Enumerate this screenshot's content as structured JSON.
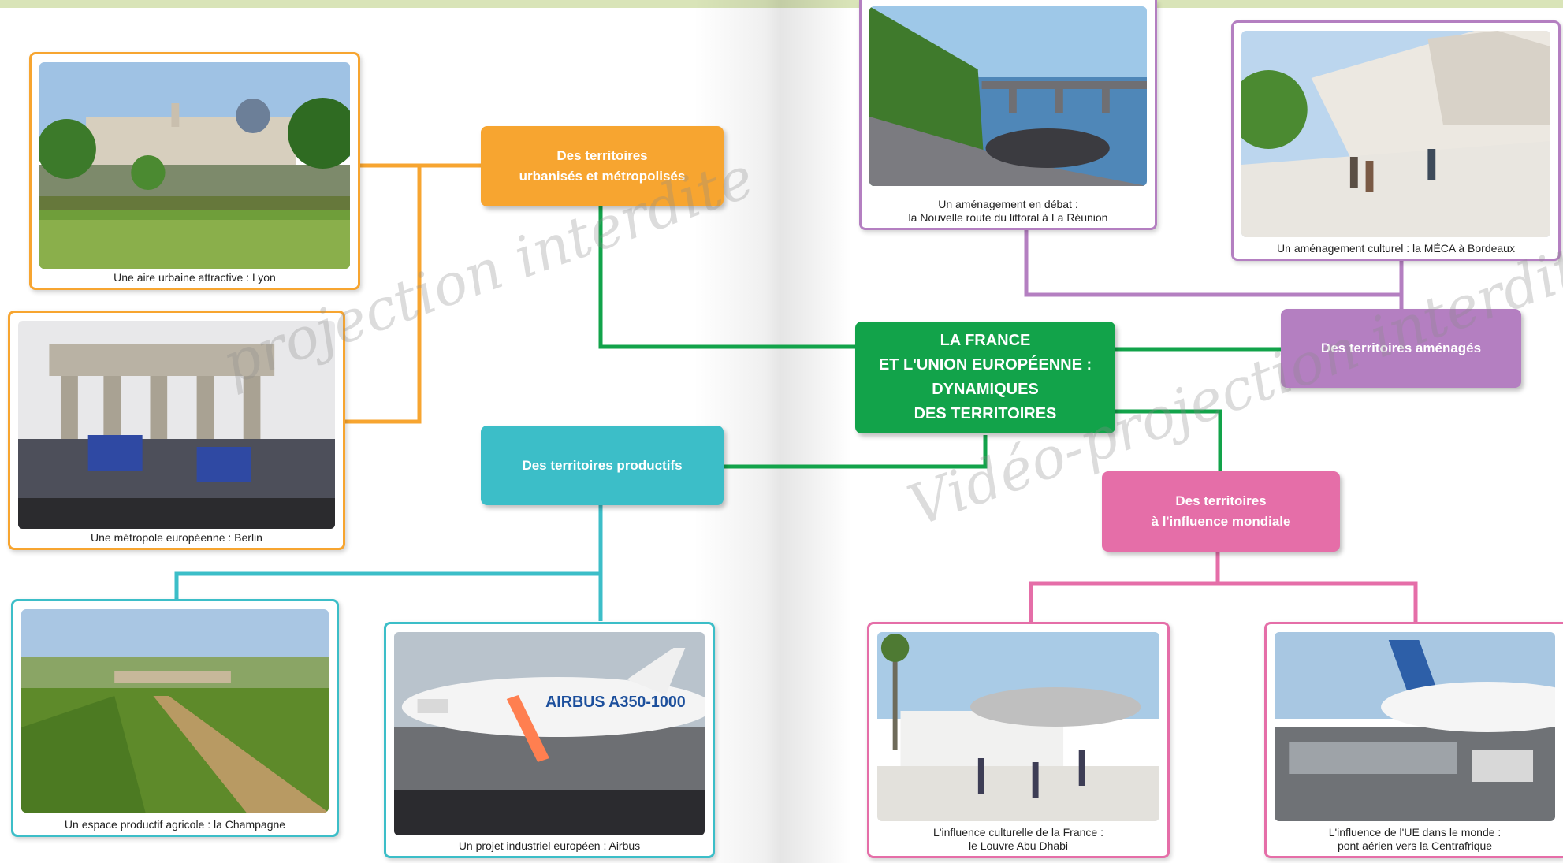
{
  "colors": {
    "green": "#12a34a",
    "orange": "#f7a530",
    "teal": "#3cbec8",
    "purple": "#b47fc1",
    "pink": "#e56ea8"
  },
  "center": {
    "line1": "LA FRANCE",
    "line2": "ET L'UNION EUROPÉENNE :",
    "line3": "DYNAMIQUES",
    "line4": "DES TERRITOIRES"
  },
  "categories": {
    "urban": {
      "line1": "Des territoires",
      "line2": "urbanisés et métropolisés"
    },
    "productive": {
      "label": "Des territoires productifs"
    },
    "amenaged": {
      "label": "Des territoires aménagés"
    },
    "influence": {
      "line1": "Des territoires",
      "line2": "à l'influence mondiale"
    }
  },
  "photos": {
    "lyon": {
      "caption": "Une aire urbaine attractive : Lyon"
    },
    "berlin": {
      "caption": "Une métropole européenne : Berlin"
    },
    "champagne": {
      "caption": "Un espace productif agricole : la Champagne"
    },
    "airbus": {
      "caption": "Un projet industriel européen : Airbus",
      "plane_text": "AIRBUS A350-1000"
    },
    "reunion": {
      "caption_line1": "Un aménagement en débat :",
      "caption_line2": "la Nouvelle route du littoral à La Réunion"
    },
    "meca": {
      "caption": "Un aménagement culturel : la MÉCA à Bordeaux"
    },
    "louvre": {
      "caption_line1": "L'influence culturelle de la France :",
      "caption_line2": "le Louvre Abu Dhabi"
    },
    "airlift": {
      "caption_line1": "L'influence de l'UE dans le monde :",
      "caption_line2": "pont aérien vers la Centrafrique"
    }
  },
  "watermarks": {
    "left": "projection interdite",
    "right": "Vidéo-projection interdite"
  }
}
